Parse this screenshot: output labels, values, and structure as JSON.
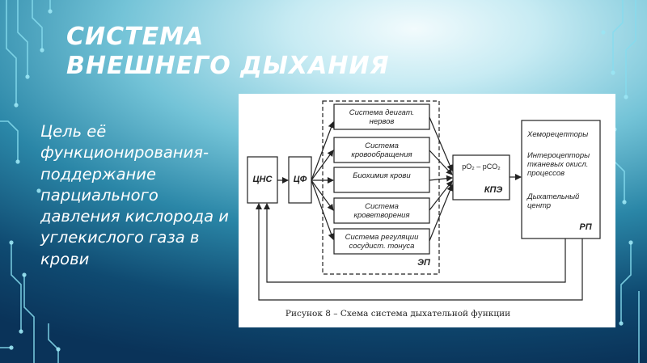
{
  "slide": {
    "title_line1": "СИСТЕМА",
    "title_line2": "ВНЕШНЕГО ДЫХАНИЯ",
    "body": "Цель её функционирования-поддержание парциального давления кислорода и углекислого газа в крови"
  },
  "diagram": {
    "cns": "ЦНС",
    "cf": "ЦФ",
    "ep_systems": [
      "Система деигат. нервов",
      "Система кровообращения",
      "Биохимия крови",
      "Система кроветворения",
      "Система регуляции сосудист. тонуса"
    ],
    "ep_label": "ЭП",
    "kpe_formula": "pO₂ – pCO₂",
    "kpe_label": "КПЭ",
    "rp_items": [
      "Хеморецепторы",
      "Интероцепторы тканевых окисл. процессов",
      "Дыхательный центр"
    ],
    "rp_label": "РП",
    "caption": "Рисунок 8 – Схема система дыхательной функции"
  },
  "colors": {
    "title": "#ffffff",
    "body_text": "#ffffff",
    "circuit": "#7fd8ea",
    "diagram_line": "#222222"
  }
}
